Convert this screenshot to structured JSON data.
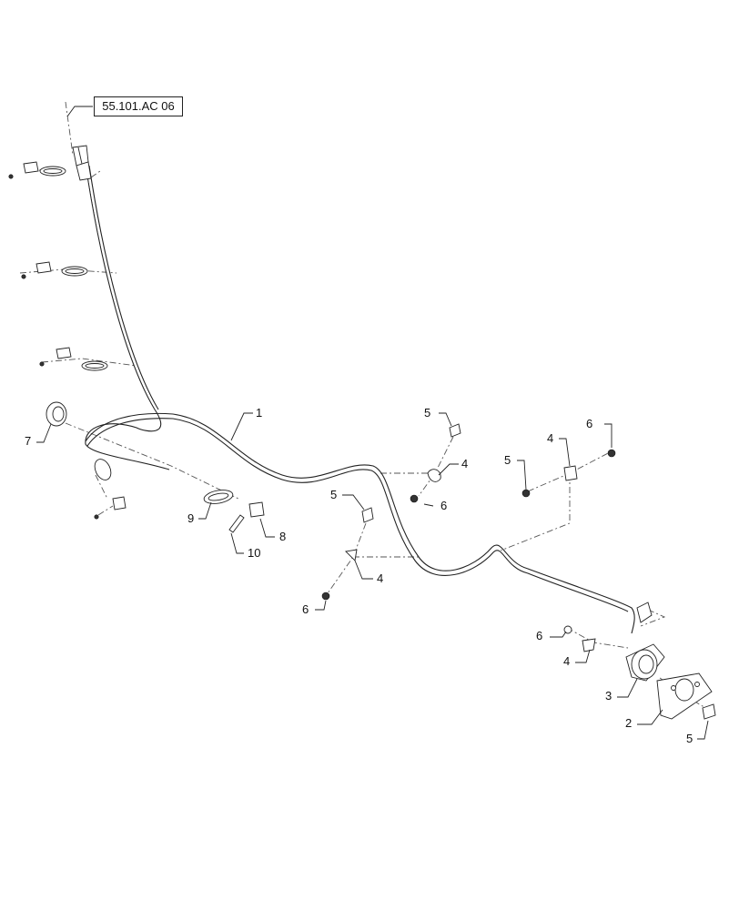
{
  "reference_box": "55.101.AC 06",
  "callouts": [
    {
      "id": "c1",
      "label": "1"
    },
    {
      "id": "c2",
      "label": "2"
    },
    {
      "id": "c3",
      "label": "3"
    },
    {
      "id": "c4a",
      "label": "4"
    },
    {
      "id": "c4b",
      "label": "4"
    },
    {
      "id": "c4c",
      "label": "4"
    },
    {
      "id": "c4d",
      "label": "4"
    },
    {
      "id": "c5a",
      "label": "5"
    },
    {
      "id": "c5b",
      "label": "5"
    },
    {
      "id": "c5c",
      "label": "5"
    },
    {
      "id": "c5d",
      "label": "5"
    },
    {
      "id": "c6a",
      "label": "6"
    },
    {
      "id": "c6b",
      "label": "6"
    },
    {
      "id": "c6c",
      "label": "6"
    },
    {
      "id": "c6d",
      "label": "6"
    },
    {
      "id": "c7",
      "label": "7"
    },
    {
      "id": "c8",
      "label": "8"
    },
    {
      "id": "c9",
      "label": "9"
    },
    {
      "id": "c10",
      "label": "10"
    }
  ]
}
